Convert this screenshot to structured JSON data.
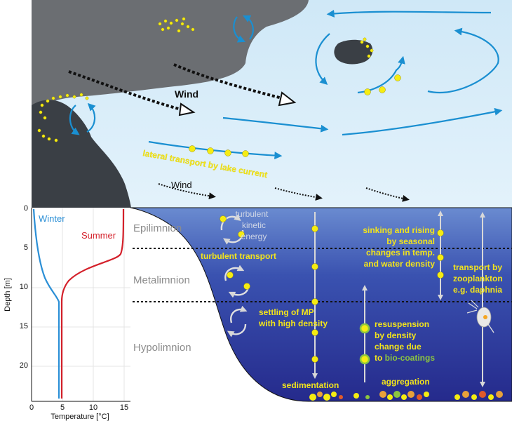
{
  "top_panel": {
    "wind_label_1": "Wind",
    "wind_label_2": "Wind",
    "lateral_transport": "lateral transport by lake current"
  },
  "depth_profile": {
    "ylabel": "Depth [m]",
    "xlabel": "Temperature [°C]",
    "y_ticks": [
      "0",
      "5",
      "10",
      "15",
      "20"
    ],
    "x_ticks": [
      "0",
      "5",
      "10",
      "15"
    ],
    "winter_label": "Winter",
    "summer_label": "Summer",
    "colors": {
      "winter": "#2b8fd6",
      "summer": "#d4202a"
    }
  },
  "layers": {
    "epilimnion": "Epilimnion",
    "metalimnion": "Metalimnion",
    "hypolimnion": "Hypolimnion"
  },
  "processes": {
    "tke_1": "turbulent",
    "tke_2": "kinetic",
    "tke_3": "energy",
    "turbulent_transport": "turbulent transport",
    "settling_1": "settling of MP",
    "settling_2": "with high density",
    "sinking_1": "sinking and rising",
    "sinking_2": "by seasonal",
    "sinking_3": "changes in temp.",
    "sinking_4": "and water density",
    "zoo_1": "transport by",
    "zoo_2": "zooplankton",
    "zoo_3": "e.g. daphnia",
    "resusp_1": "resuspension",
    "resusp_2": "by density",
    "resusp_3": "change due",
    "resusp_4a": "to ",
    "resusp_4b": "bio-coatings",
    "sedimentation": "sedimentation",
    "aggregation": "aggregation"
  },
  "colors": {
    "water_top": "#d6ecf8",
    "land_dark": "#3a3f45",
    "land_mid": "#6b6e72",
    "current": "#1a8fd1",
    "particle": "#f5ec12",
    "label_yellow": "#f2e41c",
    "biocoating_green": "#8cc63f"
  }
}
